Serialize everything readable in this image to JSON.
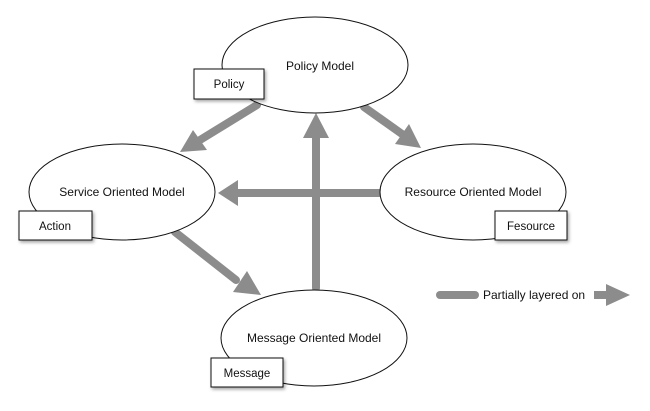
{
  "diagram": {
    "nodes": {
      "policy_model": {
        "label": "Policy Model",
        "tag": "Policy"
      },
      "service_oriented_model": {
        "label": "Service Oriented Model",
        "tag": "Action"
      },
      "resource_oriented_model": {
        "label": "Resource Oriented Model",
        "tag": "Fesource"
      },
      "message_oriented_model": {
        "label": "Message Oriented Model",
        "tag": "Message"
      }
    },
    "legend": {
      "label": "Partially layered on"
    },
    "colors": {
      "arrow": "#8c8c8c",
      "ellipse_stroke": "#111111",
      "ellipse_fill": "#ffffff",
      "tag_stroke": "#111111"
    }
  }
}
